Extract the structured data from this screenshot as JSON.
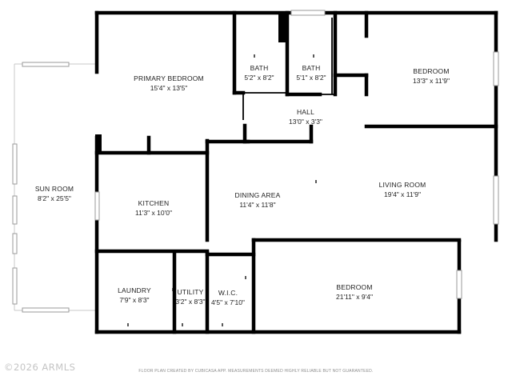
{
  "rooms": {
    "primary_bedroom": {
      "name": "PRIMARY BEDROOM",
      "dim": "15'4\" x 13'5\""
    },
    "bath1": {
      "name": "BATH",
      "dim": "5'2\" x 8'2\""
    },
    "bath2": {
      "name": "BATH",
      "dim": "5'1\" x 8'2\""
    },
    "bedroom_ne": {
      "name": "BEDROOM",
      "dim": "13'3\" x 11'9\""
    },
    "hall": {
      "name": "HALL",
      "dim": "13'0\" x 3'3\""
    },
    "sun_room": {
      "name": "SUN ROOM",
      "dim": "8'2\" x 25'5\""
    },
    "kitchen": {
      "name": "KITCHEN",
      "dim": "11'3\" x 10'0\""
    },
    "dining": {
      "name": "DINING AREA",
      "dim": "11'4\" x 11'8\""
    },
    "living": {
      "name": "LIVING ROOM",
      "dim": "19'4\" x 11'9\""
    },
    "laundry": {
      "name": "LAUNDRY",
      "dim": "7'9\" x 8'3\""
    },
    "utility": {
      "name": "UTILITY",
      "dim": "3'2\" x 8'3\""
    },
    "wic": {
      "name": "W.I.C.",
      "dim": "4'5\" x 7'10\""
    },
    "bedroom_s": {
      "name": "BEDROOM",
      "dim": "21'11\" x 9'4\""
    }
  },
  "footer": {
    "copyright": "©2026 ARMLS",
    "note": "FLOOR PLAN CREATED BY CUBICASA APP. MEASUREMENTS DEEMED HIGHLY RELIABLE BUT NOT GUARANTEED."
  }
}
